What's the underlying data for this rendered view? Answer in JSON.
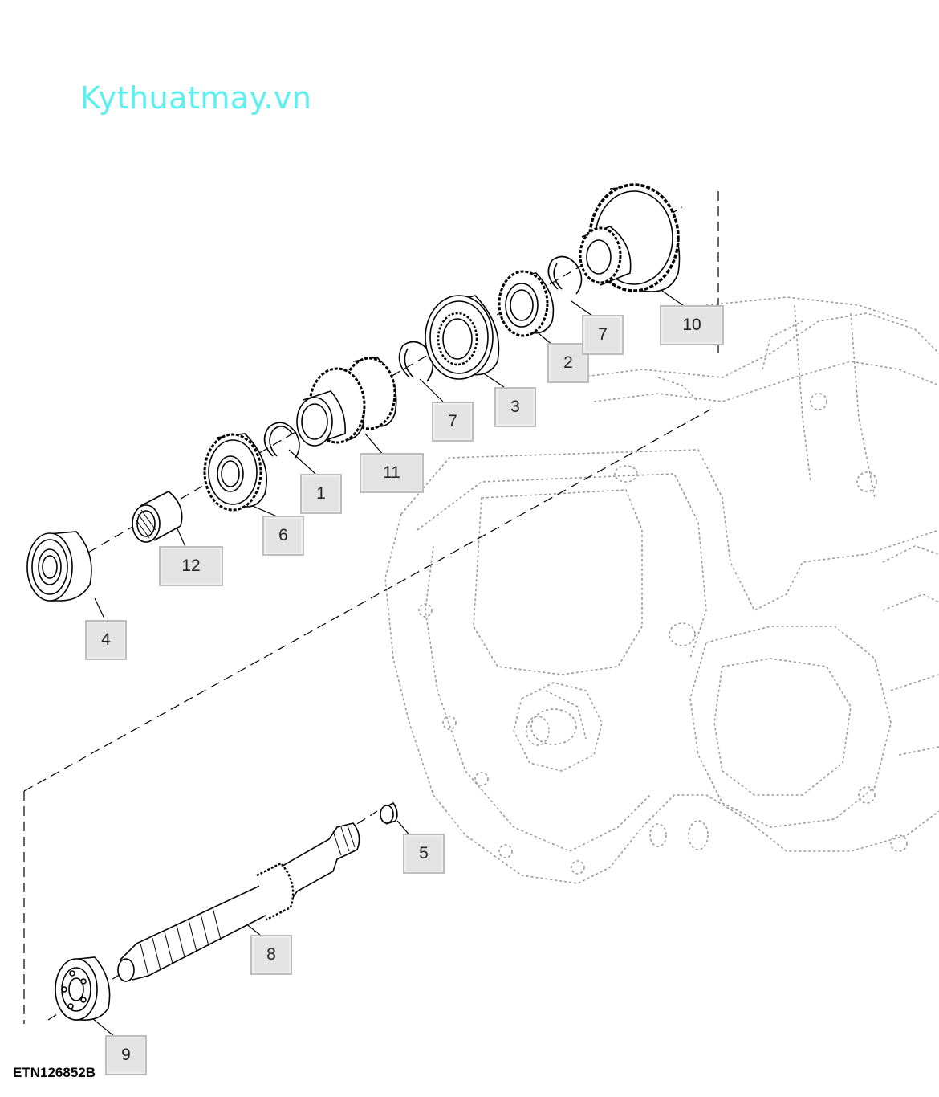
{
  "watermark": "Kythuatmay.vn",
  "figure_code": "ETN126852B",
  "callouts": {
    "c1": "1",
    "c2": "2",
    "c3": "3",
    "c4": "4",
    "c5": "5",
    "c6": "6",
    "c7a": "7",
    "c7b": "7",
    "c8": "8",
    "c9": "9",
    "c10": "10",
    "c11": "11",
    "c12": "12"
  },
  "colors": {
    "watermark": "#5cf0f0",
    "line": "#000000",
    "housing": "#9a9a9a",
    "callout_fill": "#e3e3e3"
  }
}
